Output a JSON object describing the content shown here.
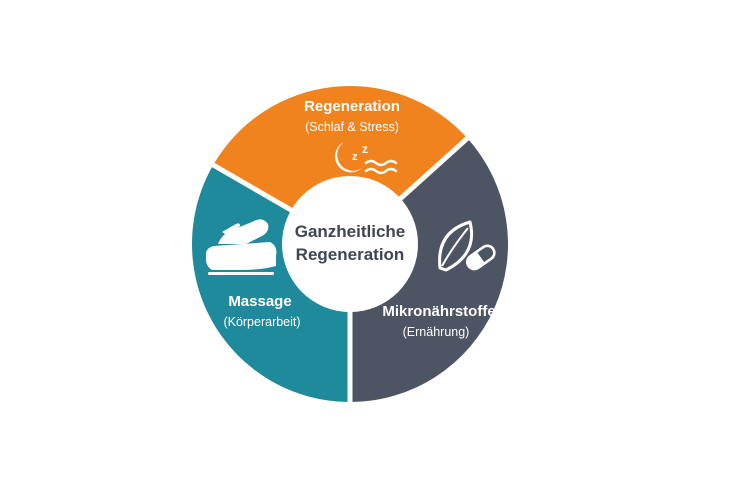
{
  "colors": {
    "regeneration": "#f0831e",
    "massage": "#1f8a9c",
    "mikro": "#4d5463",
    "center_bg": "#ffffff",
    "center_text": "#3e4553"
  },
  "center": {
    "line1": "Ganzheitliche",
    "line2": "Regeneration"
  },
  "segments": {
    "regeneration": {
      "title": "Regeneration",
      "subtitle": "(Schlaf & Stress)",
      "icon": "sleep-moon-icon"
    },
    "massage": {
      "title": "Massage",
      "subtitle": "(Körperarbeit)",
      "icon": "massage-hand-icon"
    },
    "mikro": {
      "title": "Mikronährstoffe",
      "subtitle": "(Ernährung)",
      "icon": "leaf-capsule-icon"
    }
  }
}
